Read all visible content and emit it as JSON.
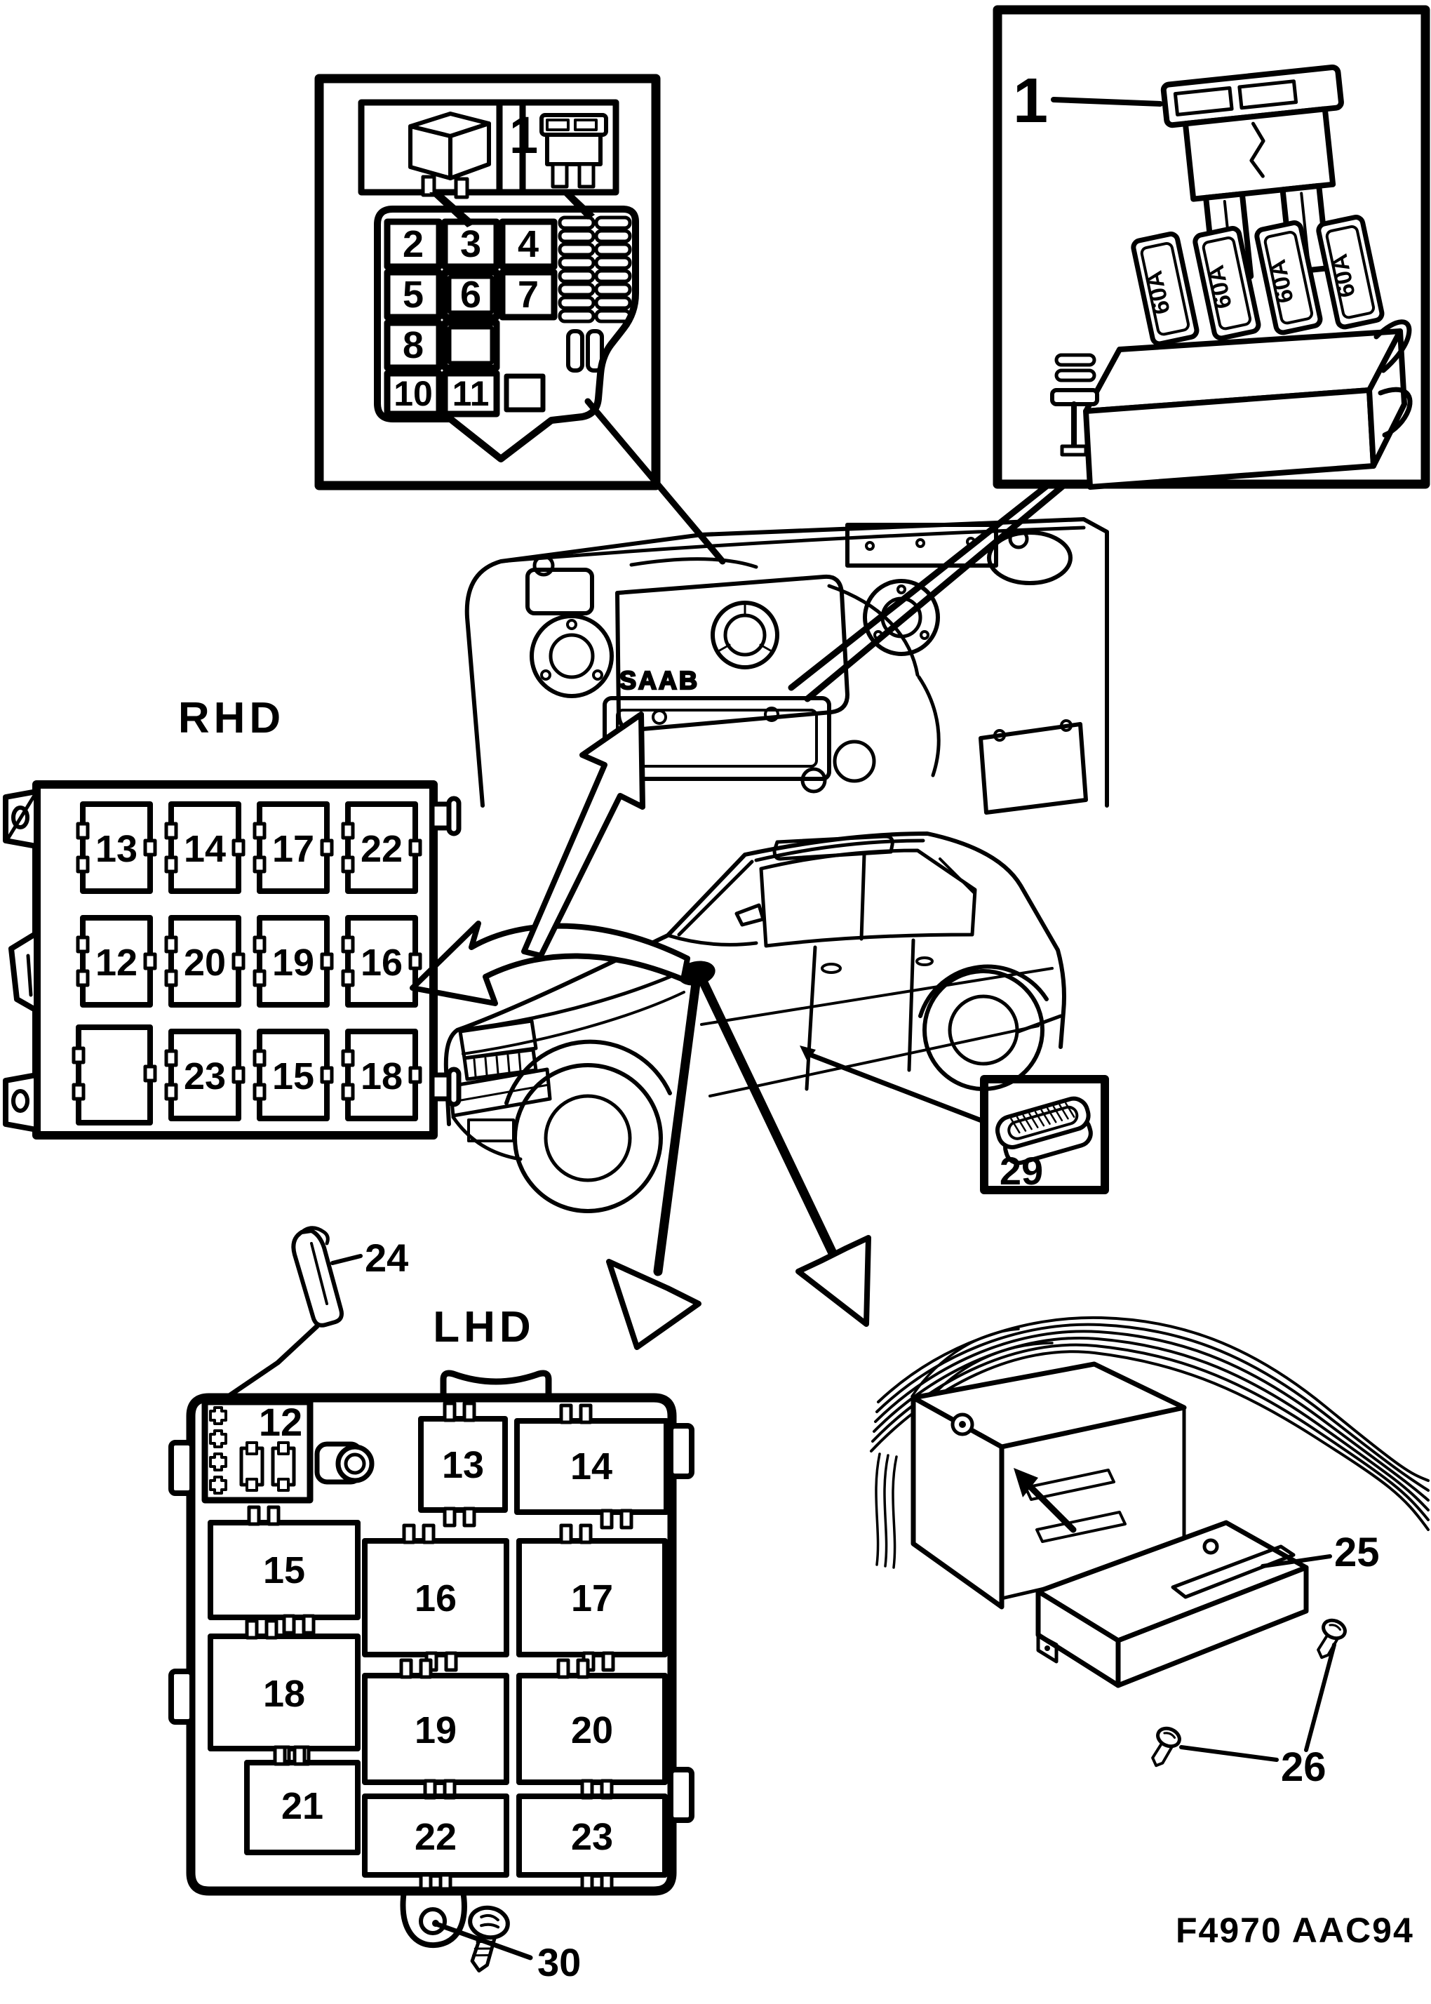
{
  "figure": {
    "code": "F4970 AAC94"
  },
  "engine": {
    "logo": "SAAB"
  },
  "relay_box": {
    "fuse_label": "1",
    "slots": {
      "s2": "2",
      "s3": "3",
      "s4": "4",
      "s5": "5",
      "s6": "6",
      "s7": "7",
      "s8": "8",
      "s10": "10",
      "s11": "11"
    }
  },
  "maxi_box": {
    "fuse_label": "1",
    "ratings": [
      "60A",
      "60A",
      "60A",
      "60A"
    ]
  },
  "rhd_panel": {
    "title": "RHD",
    "row1": [
      "13",
      "14",
      "17",
      "22"
    ],
    "row2": [
      "12",
      "20",
      "19",
      "16"
    ],
    "row3": [
      "23",
      "15",
      "18"
    ]
  },
  "lhd_panel": {
    "title": "LHD",
    "fuse_block_label": "12",
    "row1": [
      "13",
      "14"
    ],
    "row2": [
      "15",
      "16",
      "17"
    ],
    "row3": [
      "18",
      "19",
      "20"
    ],
    "row4": [
      "21",
      "22",
      "23"
    ]
  },
  "part_labels": {
    "retaining_clip": "24",
    "ecu_module": "25",
    "ecu_screws": "26",
    "relay_unit": "29",
    "panel_screw": "30"
  }
}
